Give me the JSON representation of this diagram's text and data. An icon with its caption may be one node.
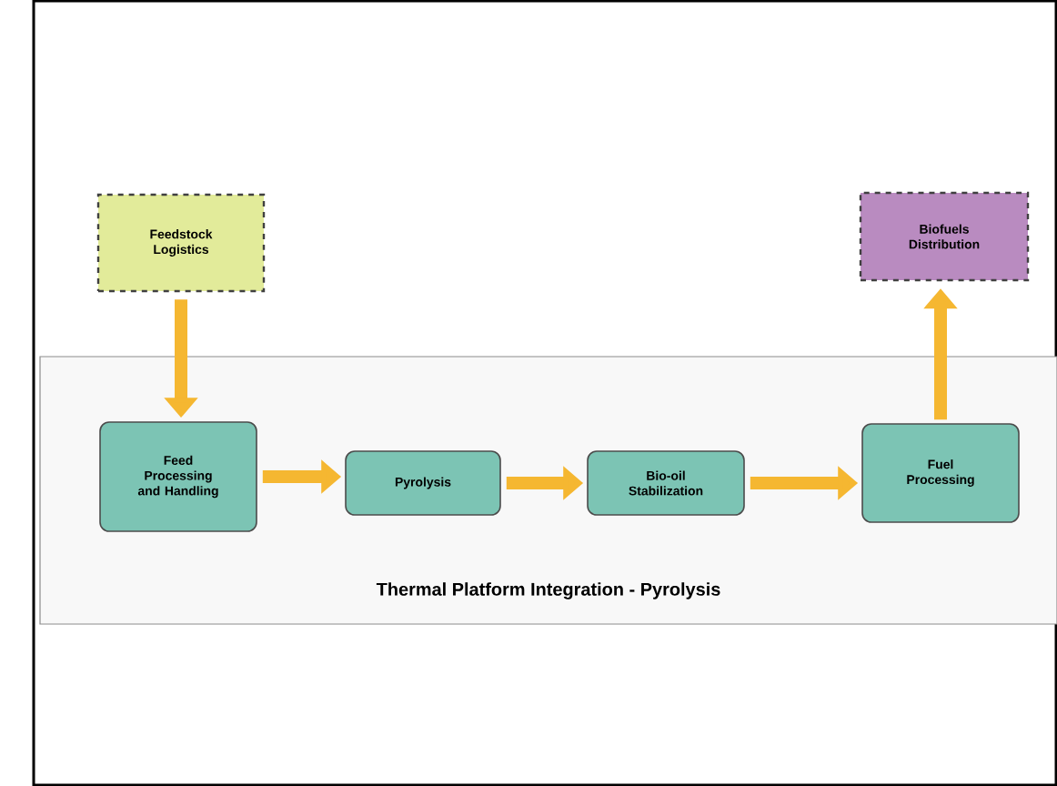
{
  "diagram": {
    "nodes": [
      {
        "text": [
          "Feedstock Logistics"
        ]
      },
      {
        "text": [
          "Biofuels Distribution"
        ]
      },
      {
        "text": [
          "Thermal Platform Integration - Pyrolysis"
        ]
      },
      {
        "text": [
          "Feed Processing and Handling"
        ],
        "in": 2
      },
      {
        "text": [
          "Pyrolysis"
        ],
        "in": 2
      },
      {
        "text": [
          "Bio-oil Stabilization"
        ],
        "in": 2
      },
      {
        "text": [
          "Fuel Processing"
        ],
        "in": 2
      }
    ],
    "edges": [
      {
        "from": 0,
        "to": 3,
        "arrow": "to"
      },
      {
        "from": 3,
        "to": 4,
        "arrow": "to"
      },
      {
        "from": 4,
        "to": 5,
        "arrow": "to"
      },
      {
        "from": 5,
        "to": 6,
        "arrow": "to"
      },
      {
        "from": 6,
        "to": 1,
        "arrow": "to"
      }
    ]
  }
}
